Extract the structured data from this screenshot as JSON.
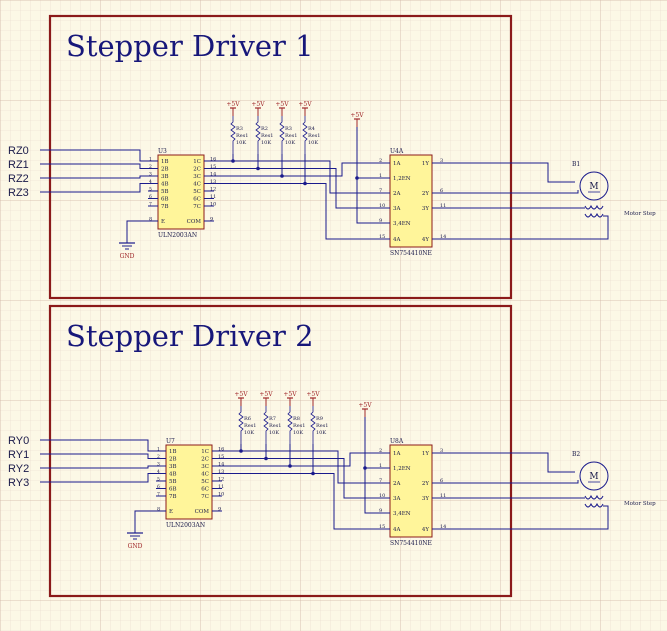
{
  "sections": [
    {
      "title": "Stepper Driver 1",
      "inputs": [
        "RZ0",
        "RZ1",
        "RZ2",
        "RZ3"
      ],
      "uln": {
        "ref": "U3",
        "part": "ULN2003AN",
        "left_pins": [
          "1B",
          "2B",
          "3B",
          "4B",
          "5B",
          "6B",
          "7B"
        ],
        "left_nums": [
          "1",
          "2",
          "3",
          "4",
          "5",
          "6",
          "7"
        ],
        "right_pins": [
          "1C",
          "2C",
          "3C",
          "4C",
          "5C",
          "6C",
          "7C"
        ],
        "right_nums": [
          "16",
          "15",
          "14",
          "13",
          "12",
          "11",
          "10"
        ],
        "e_label": "E",
        "e_num": "8",
        "com_label": "COM",
        "com_num": "9"
      },
      "resistors": [
        {
          "ref": "R3",
          "type": "Res1",
          "value": "10K",
          "supply": "+5V"
        },
        {
          "ref": "R2",
          "type": "Res1",
          "value": "10K",
          "supply": "+5V"
        },
        {
          "ref": "R3",
          "type": "Res1",
          "value": "10K",
          "supply": "+5V"
        },
        {
          "ref": "R4",
          "type": "Res1",
          "value": "10K",
          "supply": "+5V"
        }
      ],
      "driver": {
        "ref": "U4A",
        "part": "SN754410NE",
        "supply": "+5V",
        "left_pins": [
          "1A",
          "1,2EN",
          "2A",
          "3A",
          "3,4EN",
          "4A"
        ],
        "left_nums": [
          "2",
          "1",
          "7",
          "10",
          "9",
          "15"
        ],
        "right_pins": [
          "1Y",
          "2Y",
          "3Y",
          "4Y"
        ],
        "right_nums": [
          "3",
          "6",
          "11",
          "14"
        ]
      },
      "motor": {
        "ref": "B1",
        "symbol": "M",
        "label": "Motor Step"
      },
      "gnd": "GND"
    },
    {
      "title": "Stepper Driver 2",
      "inputs": [
        "RY0",
        "RY1",
        "RY2",
        "RY3"
      ],
      "uln": {
        "ref": "U7",
        "part": "ULN2003AN",
        "left_pins": [
          "1B",
          "2B",
          "3B",
          "4B",
          "5B",
          "6B",
          "7B"
        ],
        "left_nums": [
          "1",
          "2",
          "3",
          "4",
          "5",
          "6",
          "7"
        ],
        "right_pins": [
          "1C",
          "2C",
          "3C",
          "4C",
          "5C",
          "6C",
          "7C"
        ],
        "right_nums": [
          "16",
          "15",
          "14",
          "13",
          "12",
          "11",
          "10"
        ],
        "e_label": "E",
        "e_num": "8",
        "com_label": "COM",
        "com_num": "9"
      },
      "resistors": [
        {
          "ref": "R6",
          "type": "Res1",
          "value": "10K",
          "supply": "+5V"
        },
        {
          "ref": "R7",
          "type": "Res1",
          "value": "10K",
          "supply": "+5V"
        },
        {
          "ref": "R8",
          "type": "Res1",
          "value": "10K",
          "supply": "+5V"
        },
        {
          "ref": "R9",
          "type": "Res1",
          "value": "10K",
          "supply": "+5V"
        }
      ],
      "driver": {
        "ref": "U8A",
        "part": "SN754410NE",
        "supply": "+5V",
        "left_pins": [
          "1A",
          "1,2EN",
          "2A",
          "3A",
          "3,4EN",
          "4A"
        ],
        "left_nums": [
          "2",
          "1",
          "7",
          "10",
          "9",
          "15"
        ],
        "right_pins": [
          "1Y",
          "2Y",
          "3Y",
          "4Y"
        ],
        "right_nums": [
          "3",
          "6",
          "11",
          "14"
        ]
      },
      "motor": {
        "ref": "B2",
        "symbol": "M",
        "label": "Motor Step"
      },
      "gnd": "GND"
    }
  ],
  "colors": {
    "background": "#fcf8e6",
    "grid_minor": "#e8d8cc",
    "grid_major": "#d2b8a8",
    "frame": "#8b1a1a",
    "title": "#17177a",
    "wire": "#1a1a8c",
    "ic_fill": "#fff59a",
    "ic_stroke": "#8b1a1a",
    "label": "#1a1a4a",
    "power": "#a0282a"
  }
}
